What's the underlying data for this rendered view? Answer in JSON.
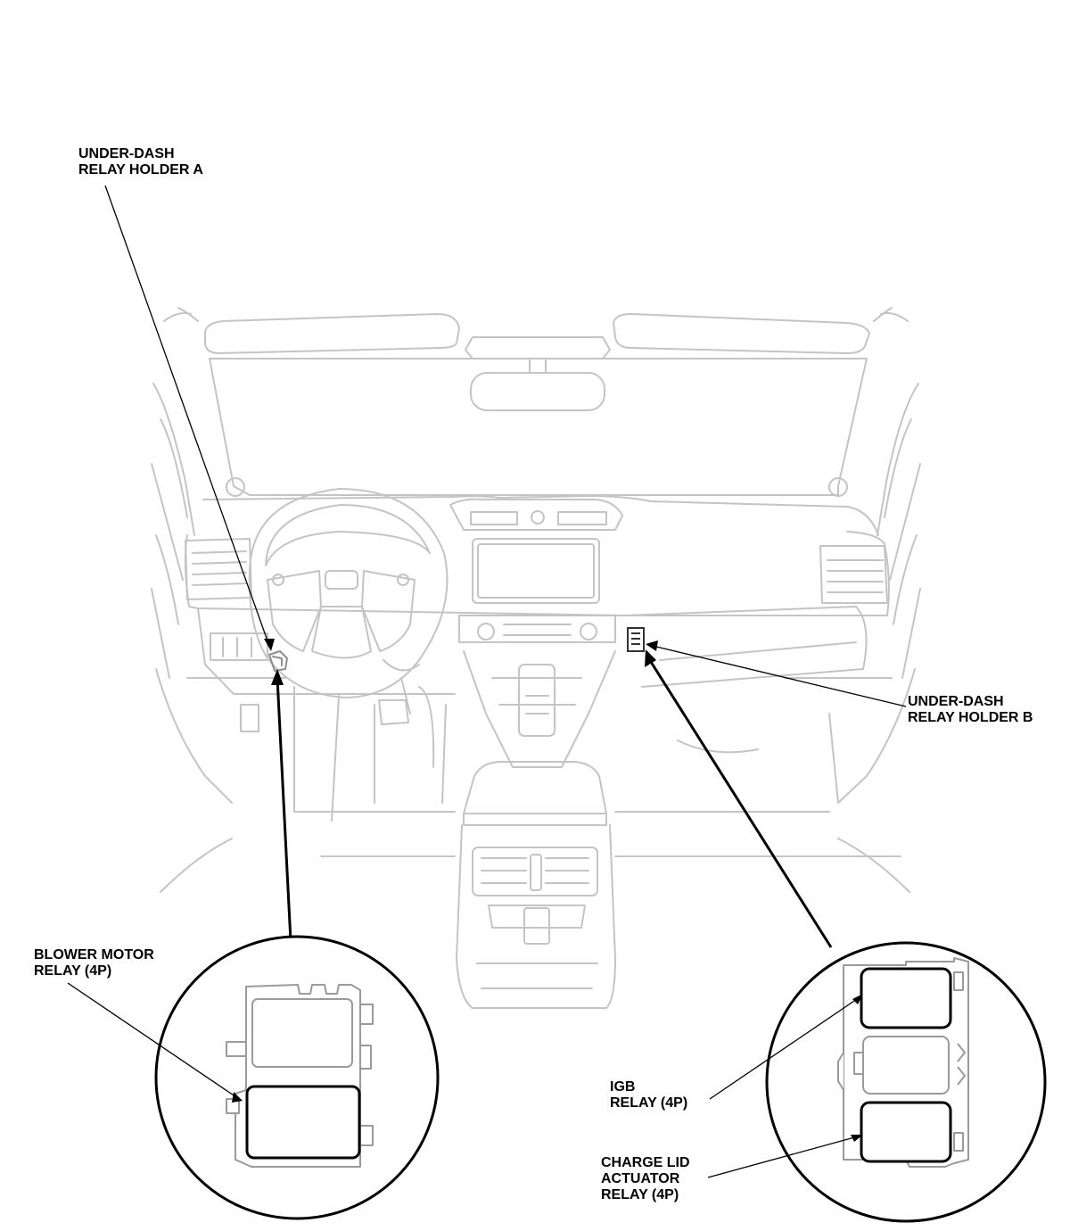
{
  "labels": {
    "holder_a": [
      "UNDER-DASH",
      "RELAY HOLDER A"
    ],
    "holder_b": [
      "UNDER-DASH",
      "RELAY HOLDER B"
    ],
    "blower": [
      "BLOWER MOTOR",
      "RELAY (4P)"
    ],
    "igb": [
      "IGB",
      "RELAY (4P)"
    ],
    "charge_lid": [
      "CHARGE LID",
      "ACTUATOR",
      "RELAY (4P)"
    ]
  },
  "colors": {
    "outline": "#c4c4c4",
    "callout": "#000000"
  }
}
